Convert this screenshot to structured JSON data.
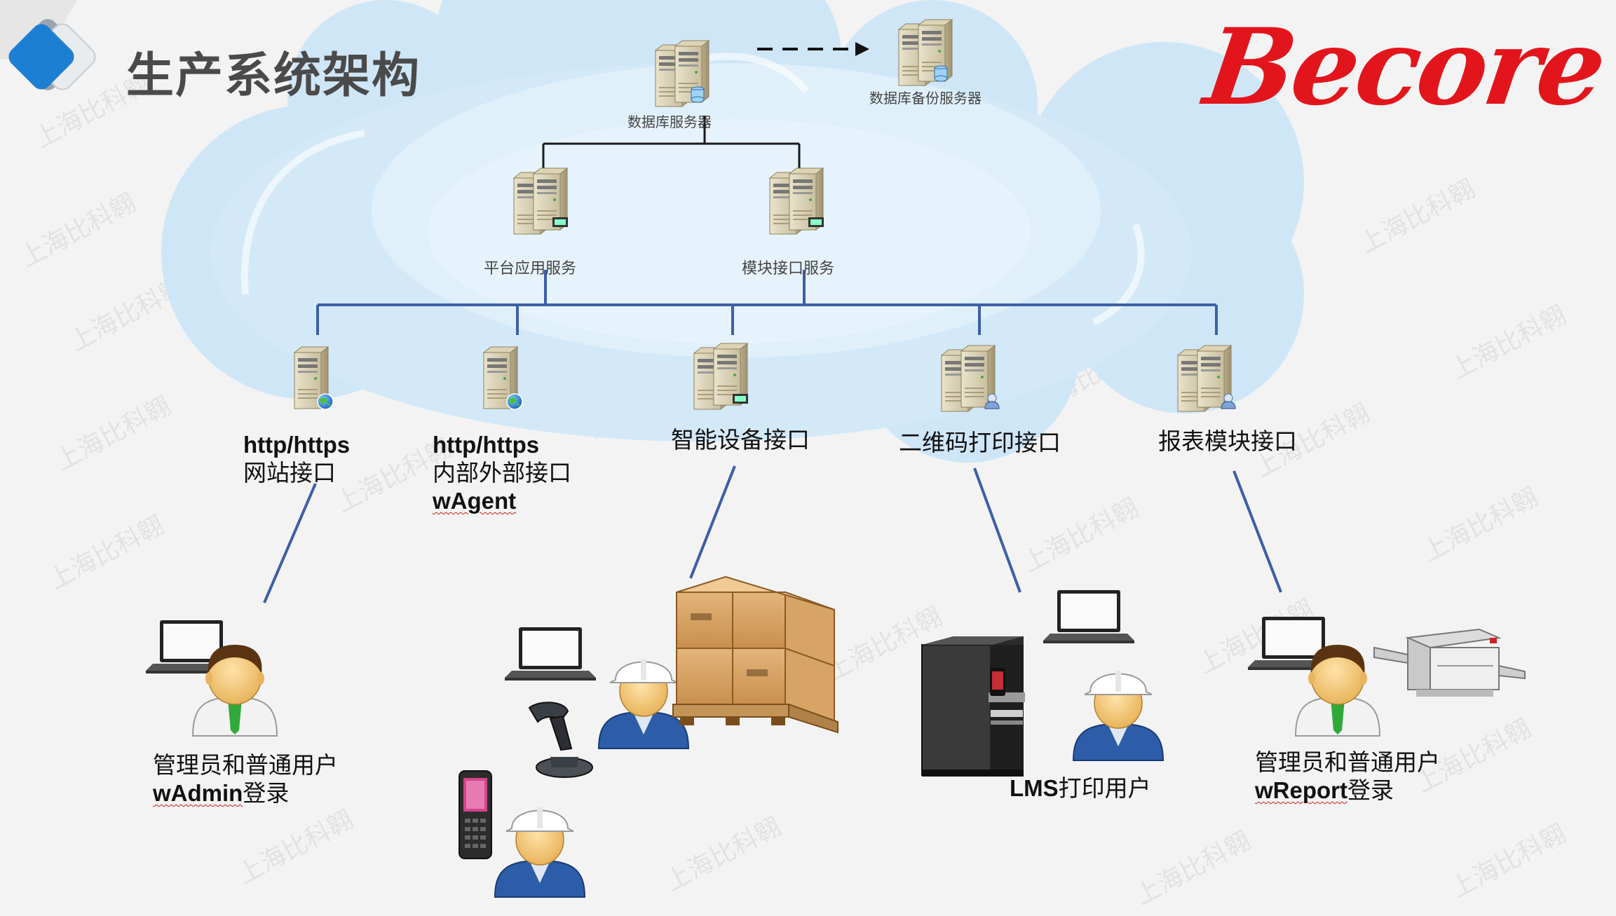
{
  "title": "生产系统架构",
  "logo_text": "Becore",
  "watermark": "上海比科翱",
  "colors": {
    "cloud_fill": "#d3e9f8",
    "cloud_edge": "#bcdcf3",
    "line_blue": "#3d5fa6",
    "logo_red": "#e3151c"
  },
  "servers": {
    "db": "数据库服务器",
    "db_backup": "数据库备份服务器",
    "platform": "平台应用服务",
    "module": "模块接口服务"
  },
  "interfaces": {
    "web": {
      "line1": "http/https",
      "line2": "网站接口"
    },
    "internal": {
      "line1": "http/https",
      "line2": "内部外部接口",
      "line3": "wAgent"
    },
    "device": {
      "label": "智能设备接口"
    },
    "qrcode": {
      "label": "二维码打印接口"
    },
    "report": {
      "label": "报表模块接口"
    }
  },
  "users": {
    "admin": {
      "line1": "管理员和普通用户",
      "line2_en": "wAdmin",
      "line2_cn": "登录"
    },
    "lms": {
      "line1_en": "LMS",
      "line1_cn": "打印用户"
    },
    "report": {
      "line1": "管理员和普通用户",
      "line2_en": "wReport",
      "line2_cn": "登录"
    }
  },
  "icons": [
    "server-icon",
    "server-globe-icon",
    "server-person-icon",
    "laptop-icon",
    "user-icon",
    "worker-icon",
    "pallet-boxes-icon",
    "barcode-scanner-icon",
    "handheld-terminal-icon",
    "label-printer-icon",
    "copier-icon",
    "corner-chevron-icon"
  ]
}
